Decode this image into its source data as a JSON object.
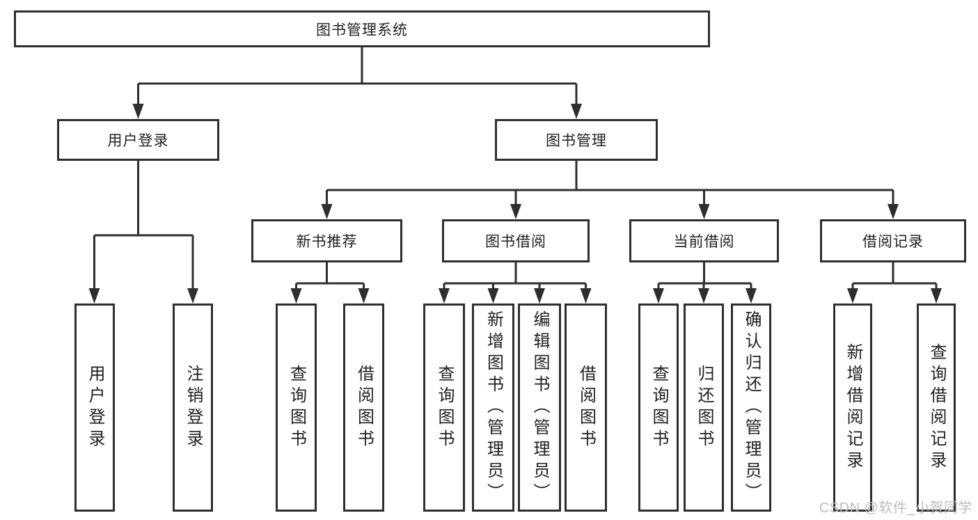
{
  "diagram": {
    "type": "hierarchy-tree",
    "colors": {
      "line": "#2e2e2e",
      "box_border": "#2e2e2e",
      "box_background": "#ffffff",
      "text": "#1f1f1f",
      "watermark": "#bdbdbd"
    },
    "nodes": {
      "root": {
        "label": "图书管理系统"
      },
      "user_login": {
        "label": "用户登录"
      },
      "book_mgmt": {
        "label": "图书管理"
      },
      "new_book_rec": {
        "label": "新书推荐"
      },
      "book_borrow": {
        "label": "图书借阅"
      },
      "current_borrow": {
        "label": "当前借阅"
      },
      "borrow_records": {
        "label": "借阅记录"
      },
      "leaf_user_login": {
        "label": "用户登录"
      },
      "leaf_logout": {
        "label": "注销登录"
      },
      "leaf_rec_query": {
        "label": "查询图书"
      },
      "leaf_rec_borrow": {
        "label": "借阅图书"
      },
      "leaf_bb_query": {
        "label": "查询图书"
      },
      "leaf_bb_add": {
        "label": "新增图书（管理员）"
      },
      "leaf_bb_edit": {
        "label": "编辑图书（管理员）"
      },
      "leaf_bb_borrow": {
        "label": "借阅图书"
      },
      "leaf_cb_query": {
        "label": "查询图书"
      },
      "leaf_cb_return": {
        "label": "归还图书"
      },
      "leaf_cb_confirm": {
        "label": "确认归还（管理员）"
      },
      "leaf_br_add": {
        "label": "新增借阅记录"
      },
      "leaf_br_query": {
        "label": "查询借阅记录"
      }
    },
    "hierarchy": {
      "root": [
        "user_login",
        "book_mgmt"
      ],
      "user_login": [
        "leaf_user_login",
        "leaf_logout"
      ],
      "book_mgmt": [
        "new_book_rec",
        "book_borrow",
        "current_borrow",
        "borrow_records"
      ],
      "new_book_rec": [
        "leaf_rec_query",
        "leaf_rec_borrow"
      ],
      "book_borrow": [
        "leaf_bb_query",
        "leaf_bb_add",
        "leaf_bb_edit",
        "leaf_bb_borrow"
      ],
      "current_borrow": [
        "leaf_cb_query",
        "leaf_cb_return",
        "leaf_cb_confirm"
      ],
      "borrow_records": [
        "leaf_br_add",
        "leaf_br_query"
      ]
    },
    "watermark": "CSDN @软件_小贺同学"
  }
}
